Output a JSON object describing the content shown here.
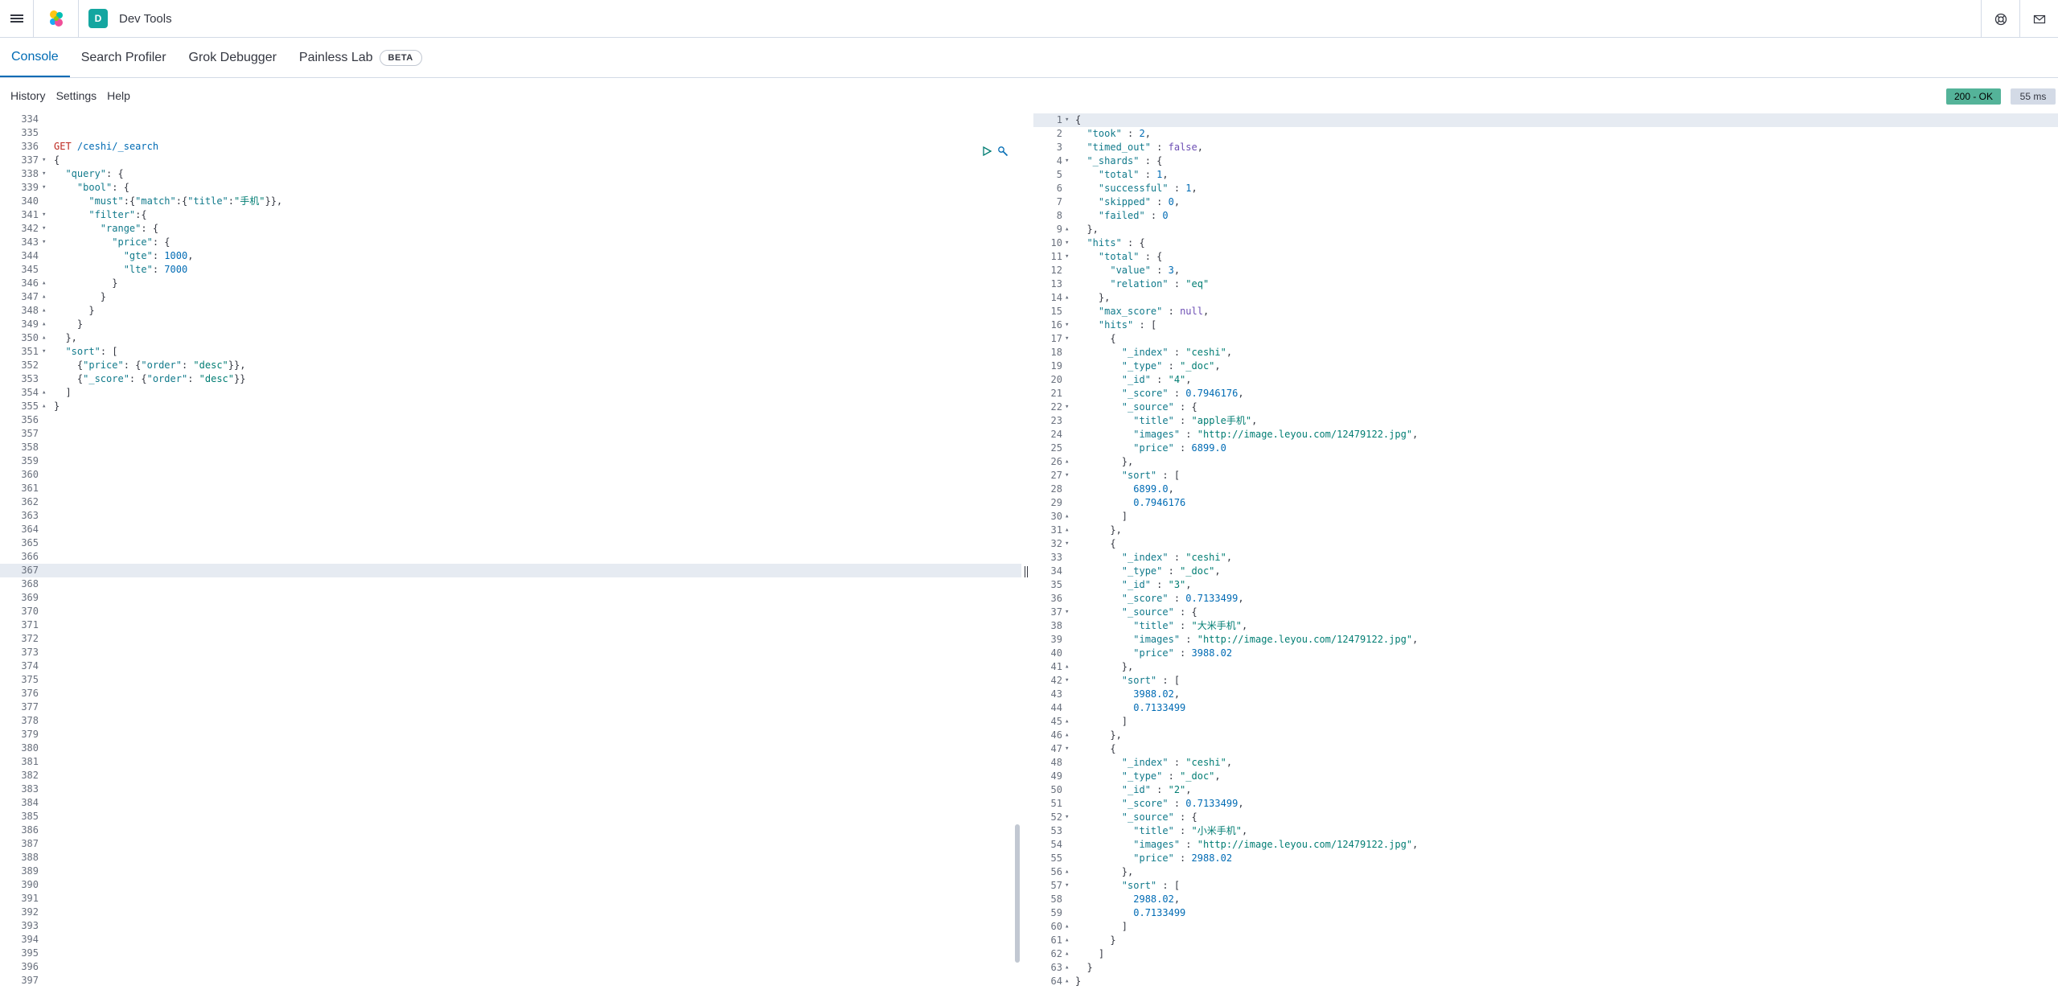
{
  "header": {
    "app_badge": "D",
    "app_title": "Dev Tools",
    "icons": [
      "menu-icon",
      "elastic-logo-icon",
      "help-icon",
      "mail-icon"
    ]
  },
  "tabs": [
    {
      "label": "Console",
      "active": true
    },
    {
      "label": "Search Profiler"
    },
    {
      "label": "Grok Debugger"
    },
    {
      "label": "Painless Lab",
      "badge": "BETA"
    }
  ],
  "toolbar": {
    "history": "History",
    "settings": "Settings",
    "help": "Help",
    "status": "200 - OK",
    "time": "55 ms"
  },
  "colors": {
    "accent": "#006bb4",
    "status_ok": "#54b399"
  },
  "editor": {
    "lines": [
      {
        "n": "334",
        "t": ""
      },
      {
        "n": "335",
        "t": ""
      },
      {
        "n": "336",
        "t": "GET /ceshi/_search"
      },
      {
        "n": "337",
        "t": "{",
        "fold": true
      },
      {
        "n": "338",
        "t": "  \"query\": {",
        "fold": true
      },
      {
        "n": "339",
        "t": "    \"bool\": {",
        "fold": true
      },
      {
        "n": "340",
        "t": "      \"must\":{\"match\":{\"title\":\"手机\"}},"
      },
      {
        "n": "341",
        "t": "      \"filter\":{",
        "fold": true
      },
      {
        "n": "342",
        "t": "        \"range\": {",
        "fold": true
      },
      {
        "n": "343",
        "t": "          \"price\": {",
        "fold": true
      },
      {
        "n": "344",
        "t": "            \"gte\": 1000,"
      },
      {
        "n": "345",
        "t": "            \"lte\": 7000"
      },
      {
        "n": "346",
        "t": "          }",
        "fold": true
      },
      {
        "n": "347",
        "t": "        }",
        "fold": true
      },
      {
        "n": "348",
        "t": "      }",
        "fold": true
      },
      {
        "n": "349",
        "t": "    }",
        "fold": true
      },
      {
        "n": "350",
        "t": "  },",
        "fold": true
      },
      {
        "n": "351",
        "t": "  \"sort\": [",
        "fold": true
      },
      {
        "n": "352",
        "t": "    {\"price\": {\"order\": \"desc\"}},"
      },
      {
        "n": "353",
        "t": "    {\"_score\": {\"order\": \"desc\"}}"
      },
      {
        "n": "354",
        "t": "  ]",
        "fold": true
      },
      {
        "n": "355",
        "t": "}",
        "fold": true
      },
      {
        "n": "356",
        "t": ""
      },
      {
        "n": "357",
        "t": ""
      },
      {
        "n": "358",
        "t": ""
      },
      {
        "n": "359",
        "t": ""
      },
      {
        "n": "360",
        "t": ""
      },
      {
        "n": "361",
        "t": ""
      },
      {
        "n": "362",
        "t": ""
      },
      {
        "n": "363",
        "t": ""
      },
      {
        "n": "364",
        "t": ""
      },
      {
        "n": "365",
        "t": ""
      },
      {
        "n": "366",
        "t": ""
      },
      {
        "n": "367",
        "t": "",
        "highlight": true
      },
      {
        "n": "368",
        "t": ""
      },
      {
        "n": "369",
        "t": ""
      },
      {
        "n": "370",
        "t": ""
      },
      {
        "n": "371",
        "t": ""
      },
      {
        "n": "372",
        "t": ""
      },
      {
        "n": "373",
        "t": ""
      },
      {
        "n": "374",
        "t": ""
      },
      {
        "n": "375",
        "t": ""
      },
      {
        "n": "376",
        "t": ""
      },
      {
        "n": "377",
        "t": ""
      },
      {
        "n": "378",
        "t": ""
      },
      {
        "n": "379",
        "t": ""
      },
      {
        "n": "380",
        "t": ""
      },
      {
        "n": "381",
        "t": ""
      },
      {
        "n": "382",
        "t": ""
      },
      {
        "n": "383",
        "t": ""
      },
      {
        "n": "384",
        "t": ""
      },
      {
        "n": "385",
        "t": ""
      },
      {
        "n": "386",
        "t": ""
      },
      {
        "n": "387",
        "t": ""
      },
      {
        "n": "388",
        "t": ""
      },
      {
        "n": "389",
        "t": ""
      },
      {
        "n": "390",
        "t": ""
      },
      {
        "n": "391",
        "t": ""
      },
      {
        "n": "392",
        "t": ""
      },
      {
        "n": "393",
        "t": ""
      },
      {
        "n": "394",
        "t": ""
      },
      {
        "n": "395",
        "t": ""
      },
      {
        "n": "396",
        "t": ""
      },
      {
        "n": "397",
        "t": ""
      }
    ]
  },
  "response": {
    "lines": [
      {
        "n": "1",
        "t": "{",
        "fold": true,
        "highlight": true
      },
      {
        "n": "2",
        "t": "  \"took\" : 2,"
      },
      {
        "n": "3",
        "t": "  \"timed_out\" : false,"
      },
      {
        "n": "4",
        "t": "  \"_shards\" : {",
        "fold": true
      },
      {
        "n": "5",
        "t": "    \"total\" : 1,"
      },
      {
        "n": "6",
        "t": "    \"successful\" : 1,"
      },
      {
        "n": "7",
        "t": "    \"skipped\" : 0,"
      },
      {
        "n": "8",
        "t": "    \"failed\" : 0"
      },
      {
        "n": "9",
        "t": "  },",
        "fold": true
      },
      {
        "n": "10",
        "t": "  \"hits\" : {",
        "fold": true
      },
      {
        "n": "11",
        "t": "    \"total\" : {",
        "fold": true
      },
      {
        "n": "12",
        "t": "      \"value\" : 3,"
      },
      {
        "n": "13",
        "t": "      \"relation\" : \"eq\""
      },
      {
        "n": "14",
        "t": "    },",
        "fold": true
      },
      {
        "n": "15",
        "t": "    \"max_score\" : null,"
      },
      {
        "n": "16",
        "t": "    \"hits\" : [",
        "fold": true
      },
      {
        "n": "17",
        "t": "      {",
        "fold": true
      },
      {
        "n": "18",
        "t": "        \"_index\" : \"ceshi\","
      },
      {
        "n": "19",
        "t": "        \"_type\" : \"_doc\","
      },
      {
        "n": "20",
        "t": "        \"_id\" : \"4\","
      },
      {
        "n": "21",
        "t": "        \"_score\" : 0.7946176,"
      },
      {
        "n": "22",
        "t": "        \"_source\" : {",
        "fold": true
      },
      {
        "n": "23",
        "t": "          \"title\" : \"apple手机\","
      },
      {
        "n": "24",
        "t": "          \"images\" : \"http://image.leyou.com/12479122.jpg\","
      },
      {
        "n": "25",
        "t": "          \"price\" : 6899.0"
      },
      {
        "n": "26",
        "t": "        },",
        "fold": true
      },
      {
        "n": "27",
        "t": "        \"sort\" : [",
        "fold": true
      },
      {
        "n": "28",
        "t": "          6899.0,"
      },
      {
        "n": "29",
        "t": "          0.7946176"
      },
      {
        "n": "30",
        "t": "        ]",
        "fold": true
      },
      {
        "n": "31",
        "t": "      },",
        "fold": true
      },
      {
        "n": "32",
        "t": "      {",
        "fold": true
      },
      {
        "n": "33",
        "t": "        \"_index\" : \"ceshi\","
      },
      {
        "n": "34",
        "t": "        \"_type\" : \"_doc\","
      },
      {
        "n": "35",
        "t": "        \"_id\" : \"3\","
      },
      {
        "n": "36",
        "t": "        \"_score\" : 0.7133499,"
      },
      {
        "n": "37",
        "t": "        \"_source\" : {",
        "fold": true
      },
      {
        "n": "38",
        "t": "          \"title\" : \"大米手机\","
      },
      {
        "n": "39",
        "t": "          \"images\" : \"http://image.leyou.com/12479122.jpg\","
      },
      {
        "n": "40",
        "t": "          \"price\" : 3988.02"
      },
      {
        "n": "41",
        "t": "        },",
        "fold": true
      },
      {
        "n": "42",
        "t": "        \"sort\" : [",
        "fold": true
      },
      {
        "n": "43",
        "t": "          3988.02,"
      },
      {
        "n": "44",
        "t": "          0.7133499"
      },
      {
        "n": "45",
        "t": "        ]",
        "fold": true
      },
      {
        "n": "46",
        "t": "      },",
        "fold": true
      },
      {
        "n": "47",
        "t": "      {",
        "fold": true
      },
      {
        "n": "48",
        "t": "        \"_index\" : \"ceshi\","
      },
      {
        "n": "49",
        "t": "        \"_type\" : \"_doc\","
      },
      {
        "n": "50",
        "t": "        \"_id\" : \"2\","
      },
      {
        "n": "51",
        "t": "        \"_score\" : 0.7133499,"
      },
      {
        "n": "52",
        "t": "        \"_source\" : {",
        "fold": true
      },
      {
        "n": "53",
        "t": "          \"title\" : \"小米手机\","
      },
      {
        "n": "54",
        "t": "          \"images\" : \"http://image.leyou.com/12479122.jpg\","
      },
      {
        "n": "55",
        "t": "          \"price\" : 2988.02"
      },
      {
        "n": "56",
        "t": "        },",
        "fold": true
      },
      {
        "n": "57",
        "t": "        \"sort\" : [",
        "fold": true
      },
      {
        "n": "58",
        "t": "          2988.02,"
      },
      {
        "n": "59",
        "t": "          0.7133499"
      },
      {
        "n": "60",
        "t": "        ]",
        "fold": true
      },
      {
        "n": "61",
        "t": "      }",
        "fold": true
      },
      {
        "n": "62",
        "t": "    ]",
        "fold": true
      },
      {
        "n": "63",
        "t": "  }",
        "fold": true
      },
      {
        "n": "64",
        "t": "}",
        "fold": true
      }
    ]
  }
}
